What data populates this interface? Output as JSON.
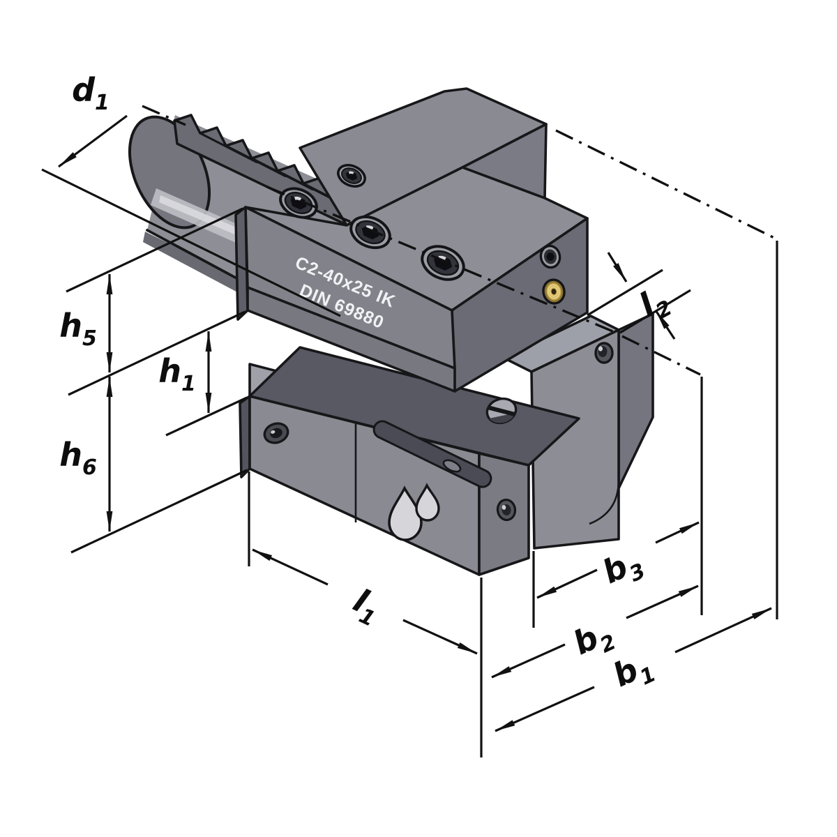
{
  "drawing": {
    "type": "isometric technical drawing",
    "subject": "VDI radial tool holder",
    "part_marking": {
      "line1": "C2-40x25 IK",
      "line2": "DIN 69880"
    }
  },
  "dimensions": {
    "d1": {
      "base": "d",
      "sub": "1"
    },
    "h5": {
      "base": "h",
      "sub": "5"
    },
    "h1": {
      "base": "h",
      "sub": "1"
    },
    "h6": {
      "base": "h",
      "sub": "6"
    },
    "l1": {
      "base": "l",
      "sub": "1"
    },
    "l2": {
      "base": "l",
      "sub": "2"
    },
    "b3": {
      "base": "b",
      "sub": "3"
    },
    "b2": {
      "base": "b",
      "sub": "2"
    },
    "b1": {
      "base": "b",
      "sub": "1"
    }
  },
  "icons": {
    "coolant_drops": "two droplet outlines = internal coolant supply (IK)",
    "socket_screws": "hex socket clamping screws on top face",
    "brass_port": "brass threaded coolant port on right face"
  },
  "colors": {
    "outline": "#17171a",
    "background": "#ffffff",
    "body_top": "#8e8e96",
    "raised_top": "#8a8a93",
    "wedge": "#7b7b85",
    "body_front": "#82828b",
    "jaw": "#787881",
    "body_side": "#6b6b75",
    "left_sliver": "#5f5f69",
    "clamp_top": "#595964",
    "slot_back": "#a0a0a8",
    "clamp_front": "#8a8a92",
    "clamp_right": "#7b7b84",
    "clamp_sliver": "#54545e",
    "block_top": "#9da0a8",
    "block_front": "#8d8d95",
    "block_side": "#757580",
    "cylinder": "#8e8e96",
    "cylinder_cap": "#75757e",
    "cylinder_dark": "#696972",
    "serration": "#6b6b74",
    "highlight": "#bfbfc5",
    "brass_dark": "#8a7431",
    "brass": "#c9a94f",
    "slot_fill": "#4b4b55"
  }
}
